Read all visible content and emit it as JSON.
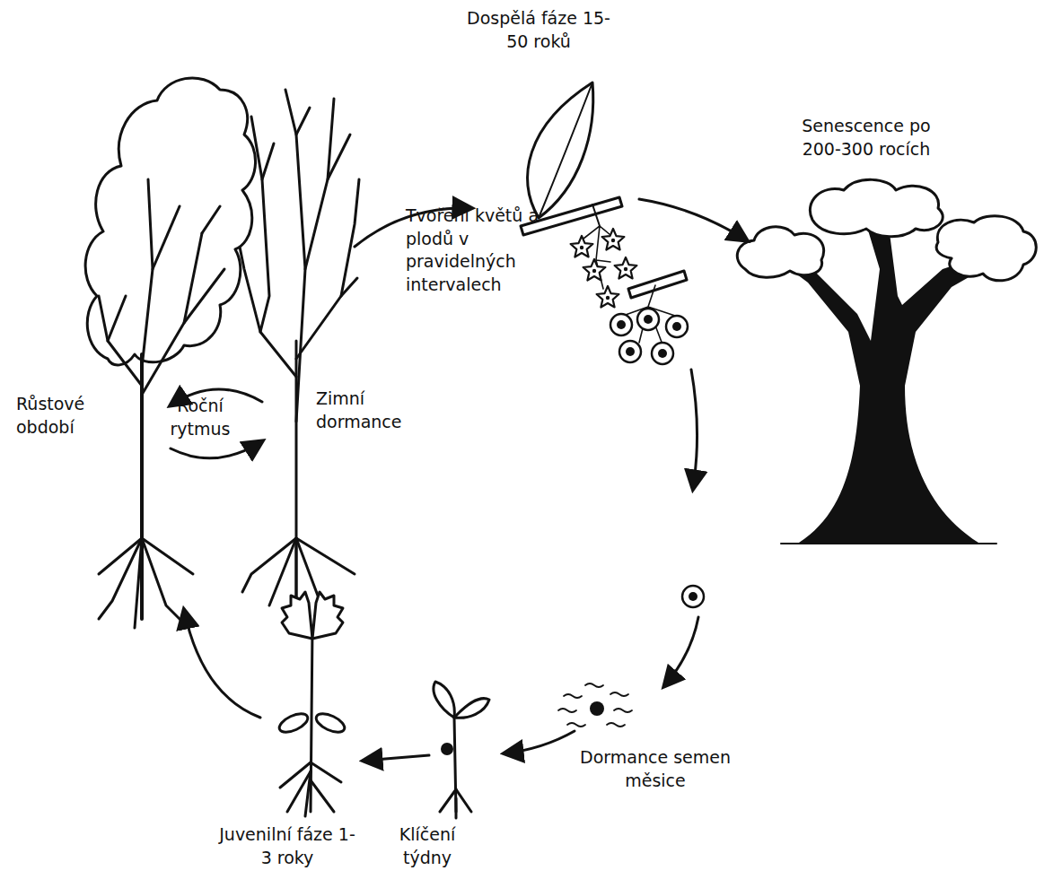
{
  "diagram": {
    "labels": [
      "Dospělá fáze 15-50 roků",
      "Senescence po 200-300 rocích",
      "Tvoření květů a plodů v pravidelných intervalech",
      "Růstové období",
      "Roční rytmus",
      "Zimní dormance",
      "Dormance semen měsice",
      "Juvenilní fáze 1-3 roky",
      "Klíčení týdny"
    ]
  }
}
